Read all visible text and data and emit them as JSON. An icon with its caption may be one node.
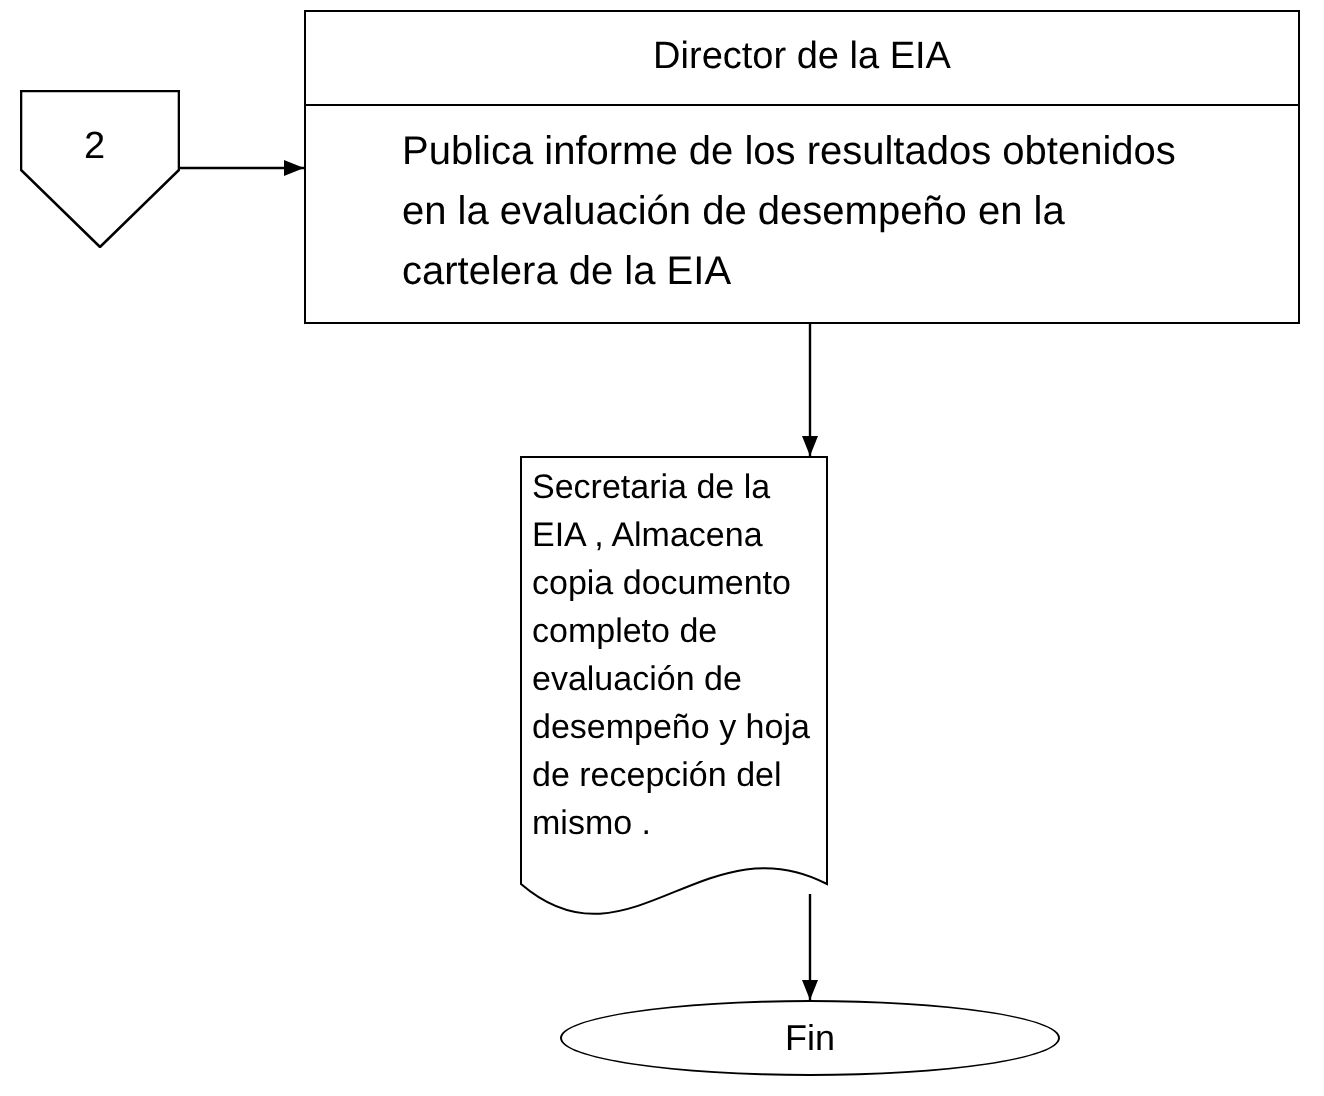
{
  "diagram": {
    "nodes": [
      {
        "text": [
          "2"
        ]
      },
      {
        "text": [
          "Director de la EIA",
          "Publica informe de los resultados obtenidos en la evaluación de desempeño en la cartelera de la EIA"
        ]
      },
      {
        "text": [
          "Secretaria de la EIA , Almacena copia documento completo de evaluación de desempeño y hoja de recepción del mismo ."
        ]
      },
      {
        "text": [
          "Fin"
        ]
      }
    ],
    "edges": [
      {
        "from": 0,
        "to": 1,
        "arrow": "to"
      },
      {
        "from": 1,
        "to": 2,
        "arrow": "to"
      },
      {
        "from": 2,
        "to": 3,
        "arrow": "to"
      }
    ]
  }
}
